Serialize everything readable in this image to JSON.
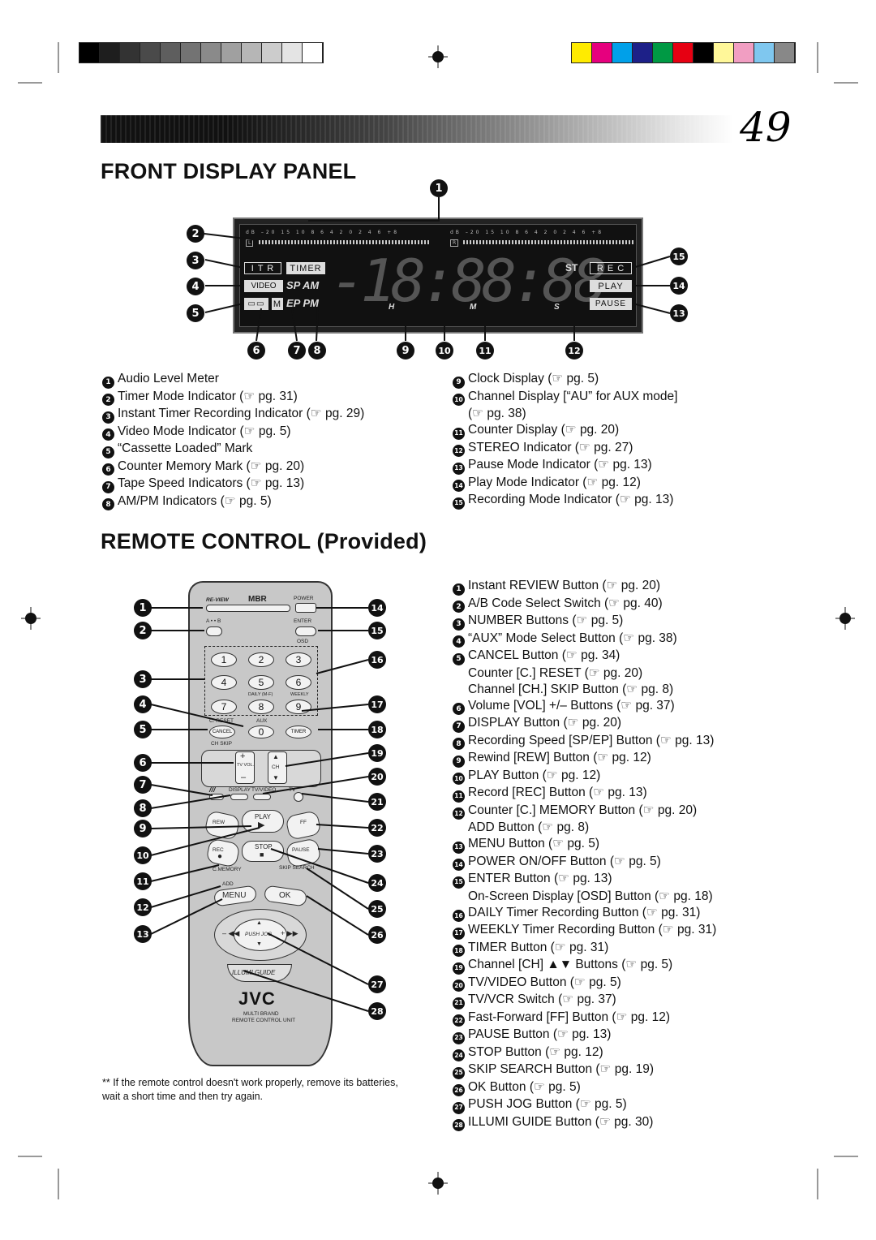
{
  "page_number": "49",
  "front_panel": {
    "title": "FRONT DISPLAY PANEL",
    "display": {
      "meter_scale": "dB  –20  15  10  8  6  4  2  0  2  4  6  +8",
      "meter_l": "L",
      "meter_r": "R",
      "itr": "I T R",
      "timer": "TIMER",
      "video": "VIDEO",
      "sp_am": "SP AM",
      "m": "M",
      "ep_pm": "EP PM",
      "st": "ST",
      "rec": "R E C",
      "play": "PLAY",
      "pause": "PAUSE",
      "h": "H",
      "mm": "M",
      "s": "S"
    },
    "items_left": [
      {
        "num": "1",
        "text": "Audio Level Meter"
      },
      {
        "num": "2",
        "text": "Timer Mode Indicator (☞ pg. 31)"
      },
      {
        "num": "3",
        "text": "Instant Timer Recording Indicator (☞ pg. 29)"
      },
      {
        "num": "4",
        "text": "Video Mode Indicator (☞ pg. 5)"
      },
      {
        "num": "5",
        "text": "“Cassette Loaded” Mark"
      },
      {
        "num": "6",
        "text": "Counter Memory Mark (☞ pg. 20)"
      },
      {
        "num": "7",
        "text": "Tape Speed Indicators (☞ pg. 13)"
      },
      {
        "num": "8",
        "text": "AM/PM Indicators (☞ pg. 5)"
      }
    ],
    "items_right": [
      {
        "num": "9",
        "text": "Clock Display (☞ pg. 5)"
      },
      {
        "num": "10",
        "text": "Channel Display [“AU” for AUX mode]"
      },
      {
        "num": "",
        "text": "(☞ pg. 38)"
      },
      {
        "num": "11",
        "text": "Counter Display (☞ pg. 20)"
      },
      {
        "num": "12",
        "text": "STEREO Indicator (☞ pg. 27)"
      },
      {
        "num": "13",
        "text": "Pause Mode Indicator (☞ pg. 13)"
      },
      {
        "num": "14",
        "text": "Play Mode Indicator (☞ pg. 12)"
      },
      {
        "num": "15",
        "text": "Recording Mode Indicator (☞ pg. 13)"
      }
    ]
  },
  "remote": {
    "title": "REMOTE CONTROL (Provided)",
    "labels": {
      "review": "RE-VIEW",
      "mbr": "MBR",
      "power": "POWER",
      "ab": "A • • B",
      "enter": "ENTER",
      "osd": "OSD",
      "daily": "DAILY (M-F)",
      "weekly": "WEEKLY",
      "reset": "C. RESET",
      "aux": "AUX",
      "cancel": "CANCEL",
      "timer": "TIMER",
      "chskip": "CH SKIP",
      "tvvol": "TV VOL.",
      "ch": "CH",
      "display": "DISPLAY",
      "tvvideo": "TV/VIDEO",
      "tv": "TV",
      "play": "PLAY",
      "rew": "REW",
      "ff": "FF",
      "rec": "REC",
      "stop": "STOP",
      "pause": "PAUSE",
      "cmemory": "C.MEMORY",
      "skip": "SKIP SEARCH",
      "add": "ADD",
      "menu": "MENU",
      "ok": "OK",
      "pushjog": "PUSH JOG",
      "illumi": "ILLUMI GUIDE",
      "brand": "JVC",
      "multibrand": "MULTI BRAND",
      "remoteunit": "REMOTE CONTROL UNIT"
    },
    "numbers": [
      "1",
      "2",
      "3",
      "4",
      "5",
      "6",
      "7",
      "8",
      "9",
      "0"
    ],
    "items": [
      {
        "num": "1",
        "text": "Instant REVIEW Button (☞ pg. 20)"
      },
      {
        "num": "2",
        "text": "A/B Code Select Switch (☞ pg. 40)"
      },
      {
        "num": "3",
        "text": "NUMBER Buttons (☞ pg. 5)"
      },
      {
        "num": "4",
        "text": "“AUX” Mode Select Button (☞ pg. 38)"
      },
      {
        "num": "5",
        "text": "CANCEL Button (☞ pg. 34)"
      },
      {
        "num": "",
        "text": "Counter [C.] RESET (☞ pg. 20)"
      },
      {
        "num": "",
        "text": "Channel [CH.] SKIP Button (☞ pg. 8)"
      },
      {
        "num": "6",
        "text": "Volume [VOL] +/– Buttons (☞ pg. 37)"
      },
      {
        "num": "7",
        "text": "DISPLAY Button (☞ pg. 20)"
      },
      {
        "num": "8",
        "text": "Recording Speed [SP/EP] Button (☞ pg. 13)"
      },
      {
        "num": "9",
        "text": "Rewind [REW] Button (☞ pg. 12)"
      },
      {
        "num": "10",
        "text": "PLAY Button (☞ pg. 12)"
      },
      {
        "num": "11",
        "text": "Record [REC] Button (☞ pg. 13)"
      },
      {
        "num": "12",
        "text": "Counter [C.] MEMORY Button (☞ pg. 20)"
      },
      {
        "num": "",
        "text": "ADD Button (☞ pg. 8)"
      },
      {
        "num": "13",
        "text": "MENU Button (☞ pg. 5)"
      },
      {
        "num": "14",
        "text": "POWER ON/OFF Button (☞ pg. 5)"
      },
      {
        "num": "15",
        "text": "ENTER Button (☞ pg. 13)"
      },
      {
        "num": "",
        "text": "On-Screen Display [OSD] Button (☞ pg. 18)"
      },
      {
        "num": "16",
        "text": "DAILY Timer Recording Button (☞ pg. 31)"
      },
      {
        "num": "17",
        "text": "WEEKLY Timer Recording Button (☞ pg. 31)"
      },
      {
        "num": "18",
        "text": "TIMER Button (☞ pg. 31)"
      },
      {
        "num": "19",
        "text": "Channel [CH] ▲▼ Buttons (☞ pg. 5)"
      },
      {
        "num": "20",
        "text": "TV/VIDEO Button (☞ pg. 5)"
      },
      {
        "num": "21",
        "text": "TV/VCR Switch (☞ pg. 37)"
      },
      {
        "num": "22",
        "text": "Fast-Forward [FF] Button (☞ pg. 12)"
      },
      {
        "num": "23",
        "text": "PAUSE Button (☞ pg. 13)"
      },
      {
        "num": "24",
        "text": "STOP Button (☞ pg. 12)"
      },
      {
        "num": "25",
        "text": "SKIP SEARCH Button (☞ pg. 19)"
      },
      {
        "num": "26",
        "text": "OK Button (☞ pg. 5)"
      },
      {
        "num": "27",
        "text": "PUSH JOG Button (☞ pg. 5)"
      },
      {
        "num": "28",
        "text": "ILLUMI GUIDE Button (☞ pg. 30)"
      }
    ],
    "footnote": "**  If the remote control doesn't work properly, remove its batteries, wait a short time and then try again."
  },
  "colors": {
    "gray_strip": [
      "#000000",
      "#1e1e1e",
      "#333333",
      "#4a4a4a",
      "#5e5e5e",
      "#737373",
      "#8a8a8a",
      "#a0a0a0",
      "#b6b6b6",
      "#cccccc",
      "#e4e4e4",
      "#ffffff"
    ],
    "color_strip": [
      "#ffeb00",
      "#e6007e",
      "#00a0e9",
      "#1d2088",
      "#009944",
      "#e60012",
      "#000000",
      "#fff799",
      "#f19ec2",
      "#7fc7ef",
      "#888888"
    ]
  }
}
